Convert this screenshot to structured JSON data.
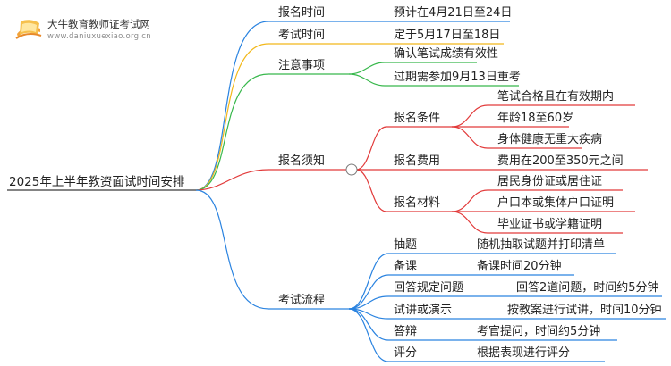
{
  "logo": {
    "title": "大牛教育教师证考试网",
    "url": "www.daniuxuexiao.org.cn"
  },
  "colors": {
    "blue": "#2a83e0",
    "yellow": "#f2b81b",
    "green": "#38b84c",
    "red": "#e23b3b",
    "root_line": "#3a3a3a"
  },
  "root": "2025年上半年教资面试时间安排",
  "branches": {
    "b1": {
      "label": "报名时间",
      "detail": "预计在4月21日至24日"
    },
    "b2": {
      "label": "考试时间",
      "detail": "定于5月17日至18日"
    },
    "b3": {
      "label": "注意事项",
      "details": [
        "确认笔试成绩有效性",
        "过期需参加9月13日重考"
      ]
    },
    "b4": {
      "label": "报名须知",
      "collapse_symbol": "—",
      "children": {
        "c1": {
          "label": "报名条件",
          "details": [
            "笔试合格且在有效期内",
            "年龄18至60岁",
            "身体健康无重大疾病"
          ]
        },
        "c2": {
          "label": "报名费用",
          "details": [
            "费用在200至350元之间"
          ]
        },
        "c3": {
          "label": "报名材料",
          "details": [
            "居民身份证或居住证",
            "户口本或集体户口证明",
            "毕业证书或学籍证明"
          ]
        }
      }
    },
    "b5": {
      "label": "考试流程",
      "steps": [
        {
          "label": "抽题",
          "detail": "随机抽取试题并打印清单"
        },
        {
          "label": "备课",
          "detail": "备课时间20分钟"
        },
        {
          "label": "回答规定问题",
          "detail": "回答2道问题，时间约5分钟"
        },
        {
          "label": "试讲或演示",
          "detail": "按教案进行试讲，时间10分钟"
        },
        {
          "label": "答辩",
          "detail": "考官提问，时间约5分钟"
        },
        {
          "label": "评分",
          "detail": "根据表现进行评分"
        }
      ]
    }
  }
}
